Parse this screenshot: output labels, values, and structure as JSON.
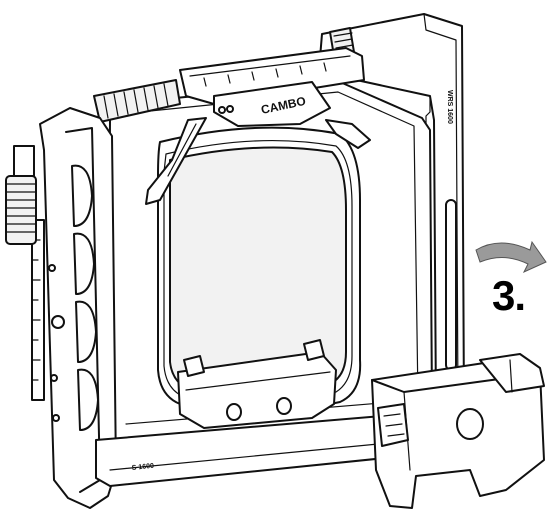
{
  "step_number": "3.",
  "brand_mark": "CAMBO",
  "model_mark_right": "WRS 1600",
  "model_mark_bottom": "S 1600"
}
